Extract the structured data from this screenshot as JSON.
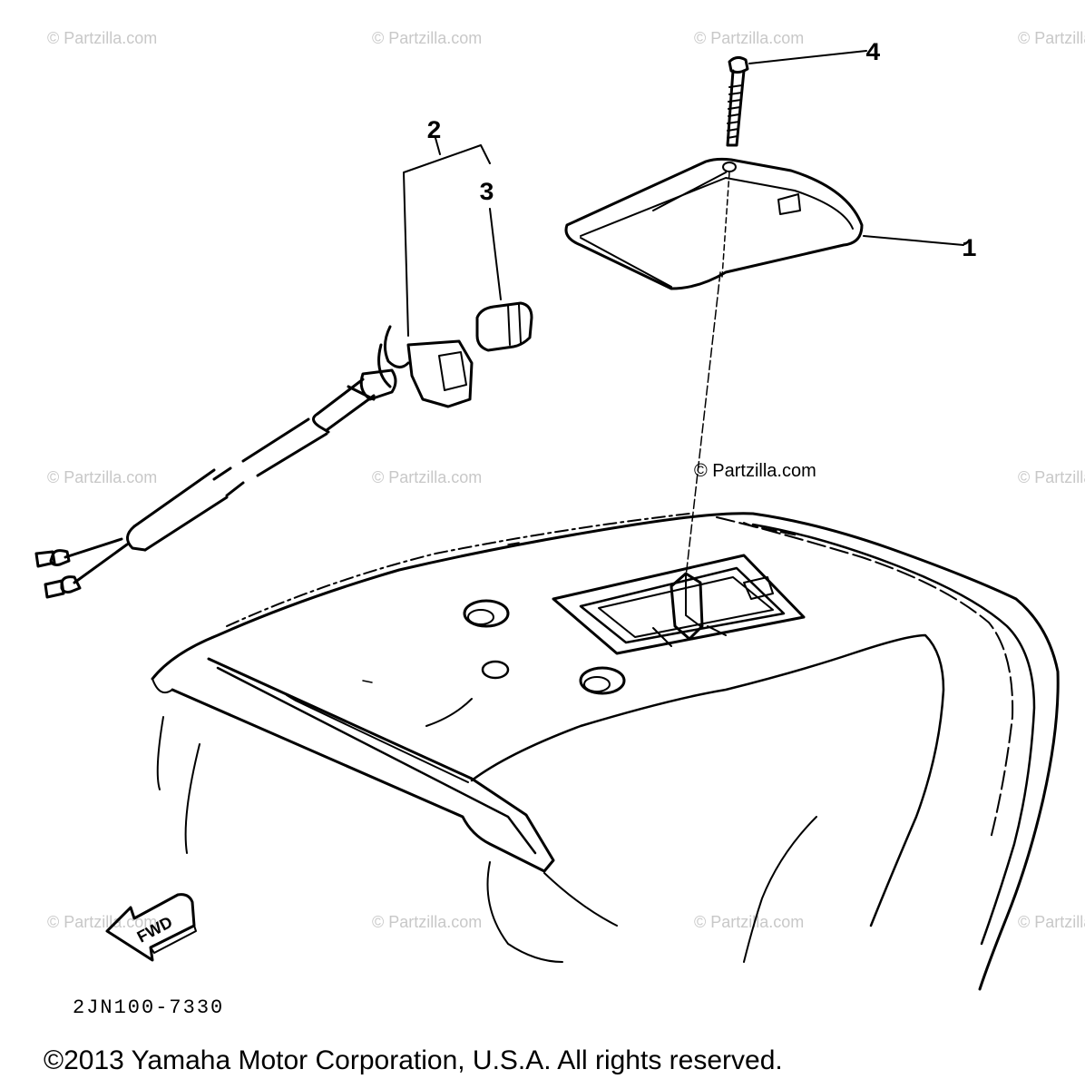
{
  "watermark": {
    "text": "© Partzilla.com",
    "main_text": "© Partzilla.com"
  },
  "callouts": {
    "c1": "1",
    "c2": "2",
    "c3": "3",
    "c4": "4"
  },
  "fwd_label": "FWD",
  "diagram_code": "2JN100-7330",
  "copyright": "©2013  Yamaha Motor Corporation, U.S.A. All rights reserved.",
  "colors": {
    "ink": "#000000",
    "watermark": "#c8c8c8",
    "background": "#ffffff"
  }
}
